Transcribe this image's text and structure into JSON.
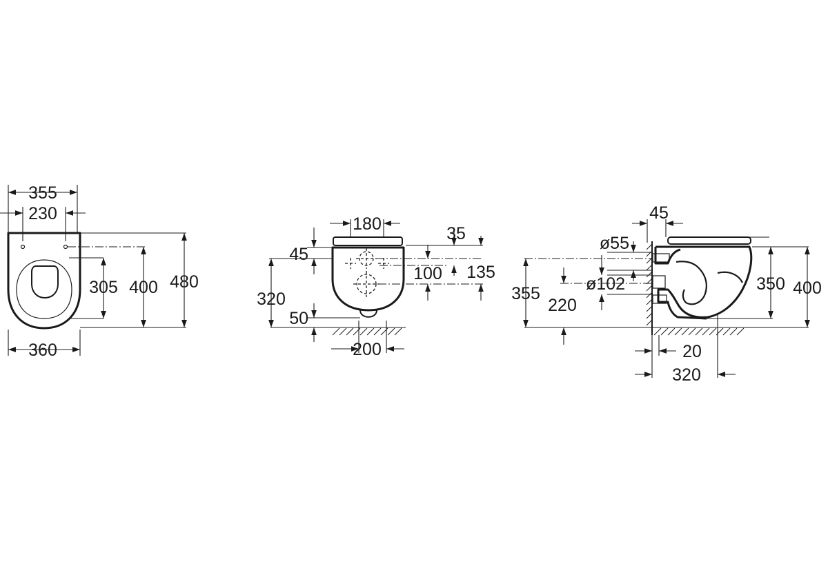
{
  "views": {
    "top": {
      "width_outer": "355",
      "width_holes": "230",
      "width_bottom": "360",
      "depth_305": "305",
      "depth_400": "400",
      "depth_480": "480"
    },
    "front": {
      "width_180": "180",
      "width_200": "200",
      "top_35": "35",
      "left_45": "45",
      "height_100": "100",
      "height_135": "135",
      "height_320": "320",
      "height_50": "50"
    },
    "side": {
      "wall_45": "45",
      "dia_55": "ø55",
      "dia_102": "ø102",
      "height_355": "355",
      "height_220": "220",
      "height_350": "350",
      "height_400": "400",
      "offset_20": "20",
      "offset_320": "320"
    }
  }
}
